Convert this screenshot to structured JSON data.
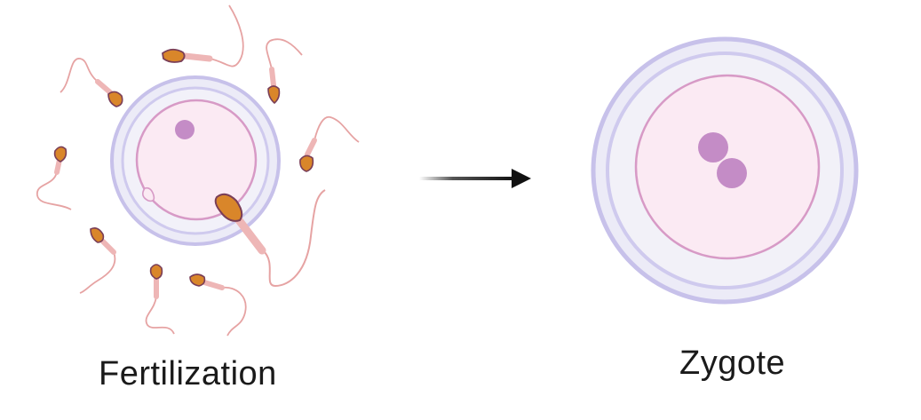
{
  "labels": {
    "left": "Fertilization",
    "right": "Zygote"
  },
  "colors": {
    "zona_outer": "#c7c1ea",
    "zona_fill": "#ecebf7",
    "membrane": "#d79ac6",
    "cytoplasm": "#fbeaf3",
    "nucleus": "#c48cc6",
    "sperm_head": "#d9862a",
    "sperm_head_edge": "#7a3e57",
    "sperm_tail": "#e6a3a3",
    "arrow": "#111111"
  },
  "icons": {
    "egg": "egg-cell",
    "sperm": "sperm-cell",
    "arrow": "arrow-right",
    "zygote": "zygote-cell"
  }
}
